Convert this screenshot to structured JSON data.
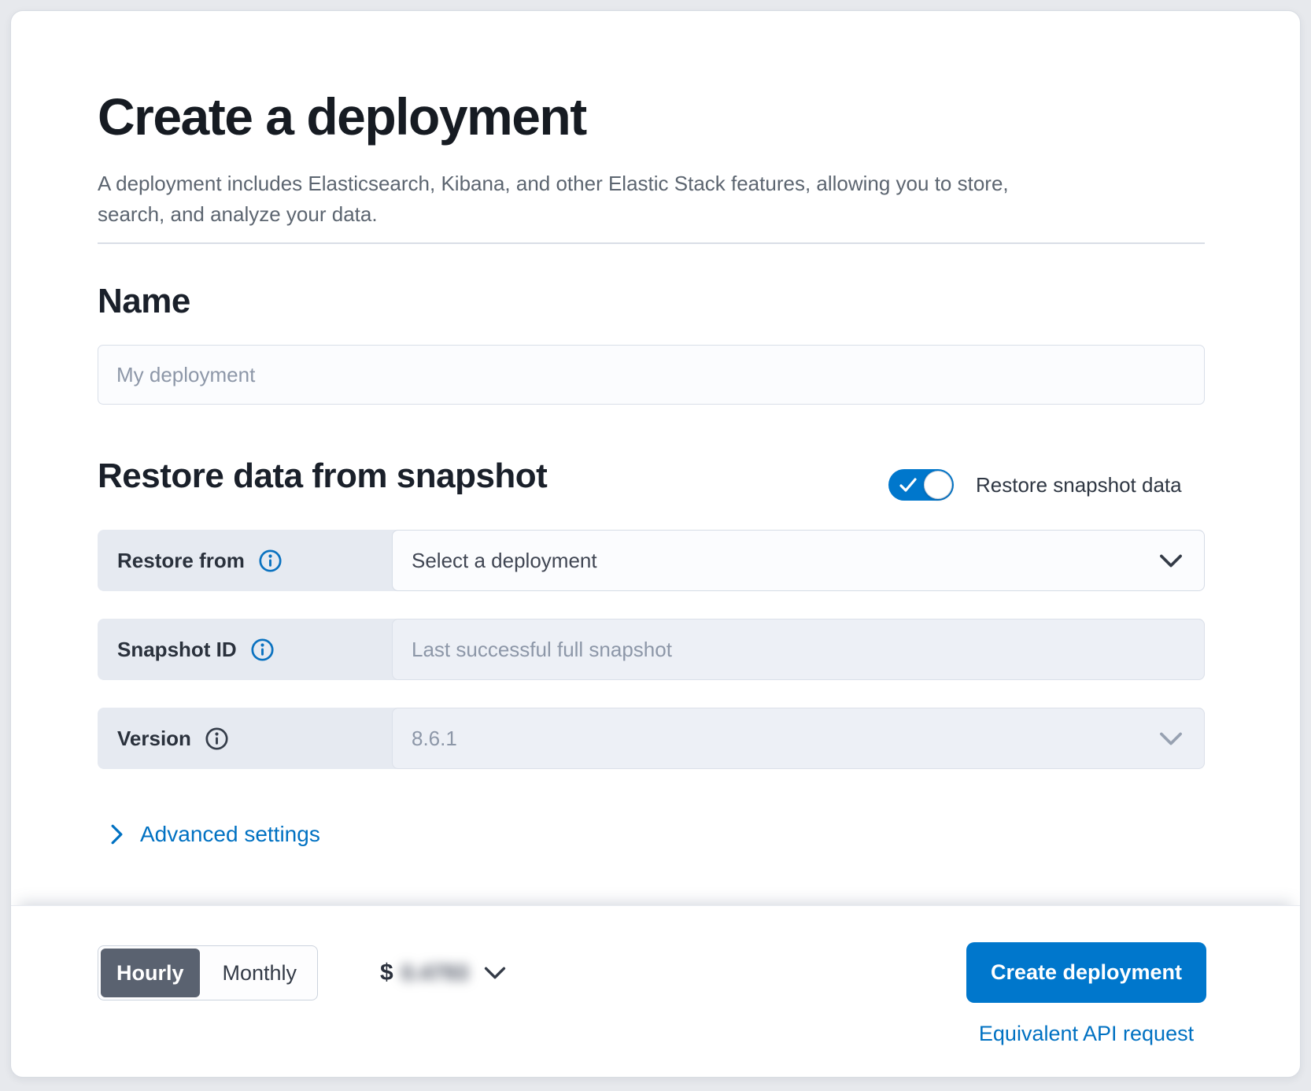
{
  "colors": {
    "primary_blue": "#0077cc",
    "link_blue": "#0071c2",
    "selected_segment_gray": "#5a6270",
    "row_label_background": "#e6eaf1",
    "disabled_field_background": "#edf0f6"
  },
  "header": {
    "title": "Create a deployment",
    "subtitle_line1": "A deployment includes Elasticsearch, Kibana, and other Elastic Stack features, allowing you to store,",
    "subtitle_line2": "search, and analyze your data."
  },
  "name_section": {
    "heading": "Name",
    "input_placeholder": "My deployment",
    "input_value": ""
  },
  "restore_section": {
    "heading": "Restore data from snapshot",
    "toggle": {
      "label": "Restore snapshot data",
      "state": "on"
    },
    "rows": [
      {
        "label": "Restore from",
        "value": "Select a deployment",
        "control": "select",
        "state": "enabled"
      },
      {
        "label": "Snapshot ID",
        "value": "Last successful full snapshot",
        "control": "text-input",
        "state": "disabled"
      },
      {
        "label": "Version",
        "value": "8.6.1",
        "control": "select",
        "state": "disabled"
      }
    ],
    "advanced_settings_label": "Advanced settings"
  },
  "footer": {
    "billing_interval": {
      "options": [
        "Hourly",
        "Monthly"
      ],
      "selected": "Hourly"
    },
    "price": {
      "currency_symbol": "$",
      "amount_blurred": "0.4793"
    },
    "create_button_label": "Create deployment",
    "api_link_label": "Equivalent API request"
  },
  "icons": {
    "info": "circled-i",
    "check": "checkmark",
    "chevron_down": "v",
    "chevron_right": ">"
  }
}
